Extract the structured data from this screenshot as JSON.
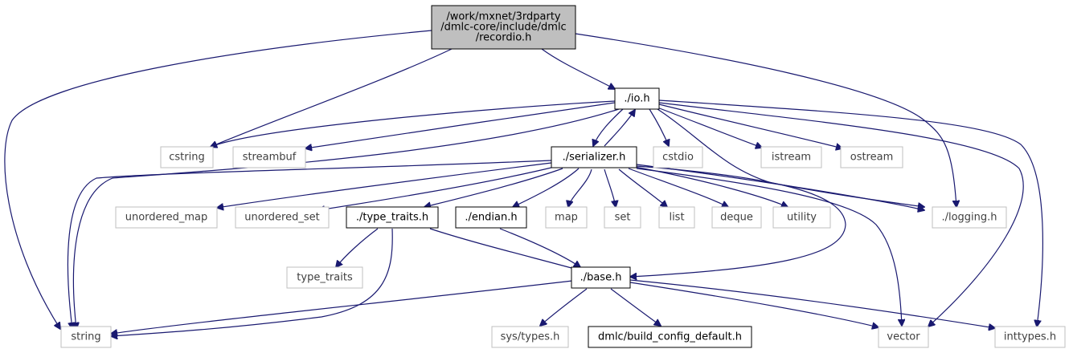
{
  "nodes": {
    "recordio": {
      "lines": [
        "/work/mxnet/3rdparty",
        "/dmlc-core/include/dmlc",
        "/recordio.h"
      ],
      "style": "root"
    },
    "io": {
      "lines": [
        "./io.h"
      ],
      "style": "internal"
    },
    "cstring": {
      "lines": [
        "cstring"
      ],
      "style": "external"
    },
    "streambuf": {
      "lines": [
        "streambuf"
      ],
      "style": "external"
    },
    "serializer": {
      "lines": [
        "./serializer.h"
      ],
      "style": "internal"
    },
    "cstdio": {
      "lines": [
        "cstdio"
      ],
      "style": "external"
    },
    "istream": {
      "lines": [
        "istream"
      ],
      "style": "external"
    },
    "ostream": {
      "lines": [
        "ostream"
      ],
      "style": "external"
    },
    "unordered_map": {
      "lines": [
        "unordered_map"
      ],
      "style": "external"
    },
    "unordered_set": {
      "lines": [
        "unordered_set"
      ],
      "style": "external"
    },
    "type_traits_h": {
      "lines": [
        "./type_traits.h"
      ],
      "style": "internal"
    },
    "endian": {
      "lines": [
        "./endian.h"
      ],
      "style": "internal"
    },
    "map": {
      "lines": [
        "map"
      ],
      "style": "external"
    },
    "set": {
      "lines": [
        "set"
      ],
      "style": "external"
    },
    "list": {
      "lines": [
        "list"
      ],
      "style": "external"
    },
    "deque": {
      "lines": [
        "deque"
      ],
      "style": "external"
    },
    "utility": {
      "lines": [
        "utility"
      ],
      "style": "external"
    },
    "logging": {
      "lines": [
        "./logging.h"
      ],
      "style": "external"
    },
    "type_traits": {
      "lines": [
        "type_traits"
      ],
      "style": "external"
    },
    "base": {
      "lines": [
        "./base.h"
      ],
      "style": "internal"
    },
    "string": {
      "lines": [
        "string"
      ],
      "style": "external"
    },
    "sys_types": {
      "lines": [
        "sys/types.h"
      ],
      "style": "external"
    },
    "build_config": {
      "lines": [
        "dmlc/build_config_default.h"
      ],
      "style": "internal"
    },
    "vector": {
      "lines": [
        "vector"
      ],
      "style": "external"
    },
    "inttypes": {
      "lines": [
        "inttypes.h"
      ],
      "style": "external"
    }
  },
  "edges": [
    [
      "recordio",
      "io"
    ],
    [
      "recordio",
      "cstring"
    ],
    [
      "recordio",
      "logging"
    ],
    [
      "recordio",
      "string"
    ],
    [
      "io",
      "cstring"
    ],
    [
      "io",
      "streambuf"
    ],
    [
      "io",
      "serializer"
    ],
    [
      "io",
      "cstdio"
    ],
    [
      "io",
      "istream"
    ],
    [
      "io",
      "ostream"
    ],
    [
      "io",
      "logging"
    ],
    [
      "io",
      "string"
    ],
    [
      "io",
      "vector"
    ],
    [
      "io",
      "inttypes"
    ],
    [
      "serializer",
      "io"
    ],
    [
      "serializer",
      "unordered_map"
    ],
    [
      "serializer",
      "unordered_set"
    ],
    [
      "serializer",
      "type_traits_h"
    ],
    [
      "serializer",
      "endian"
    ],
    [
      "serializer",
      "map"
    ],
    [
      "serializer",
      "set"
    ],
    [
      "serializer",
      "list"
    ],
    [
      "serializer",
      "deque"
    ],
    [
      "serializer",
      "utility"
    ],
    [
      "serializer",
      "logging"
    ],
    [
      "serializer",
      "base"
    ],
    [
      "serializer",
      "string"
    ],
    [
      "serializer",
      "vector"
    ],
    [
      "type_traits_h",
      "type_traits"
    ],
    [
      "type_traits_h",
      "base"
    ],
    [
      "type_traits_h",
      "string"
    ],
    [
      "endian",
      "base"
    ],
    [
      "base",
      "string"
    ],
    [
      "base",
      "sys_types"
    ],
    [
      "base",
      "build_config"
    ],
    [
      "base",
      "vector"
    ],
    [
      "base",
      "inttypes"
    ]
  ],
  "colors": {
    "edge": "#191970",
    "root_fill": "#bfbfbf",
    "internal_border": "#000000",
    "external_border": "#bfbfbf",
    "external_text": "#3f3f3f",
    "text": "#000000"
  }
}
